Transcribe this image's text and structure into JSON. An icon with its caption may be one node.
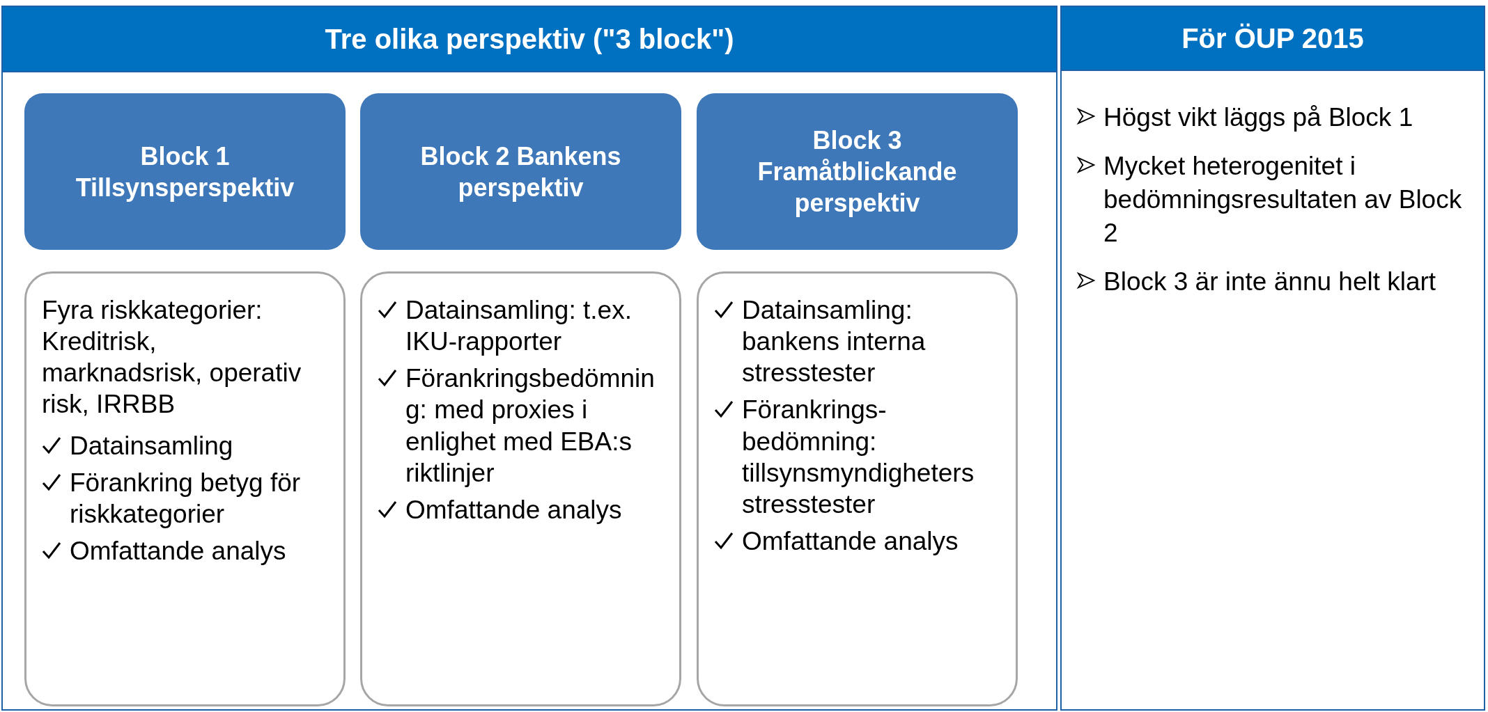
{
  "diagram": {
    "nodes": [
      {
        "text": [
          "Tre olika perspektiv (\"3 block\")"
        ]
      },
      {
        "text": [
          "Block 1 Tillsynsperspektiv"
        ],
        "in": 0
      },
      {
        "text": [
          "Block 2 Bankens perspektiv"
        ],
        "in": 0
      },
      {
        "text": [
          "Block 3 Framåtblickande perspektiv"
        ],
        "in": 0
      },
      {
        "text": [
          "Fyra riskkategorier: Kreditrisk, marknadsrisk, operativ risk, IRRBB",
          "Datainsamling",
          "Förankring betyg för riskkategorier",
          "Omfattande analys"
        ],
        "in": 0
      },
      {
        "text": [
          "Datainsamling: t.ex. IKU-rapporter",
          "Förankringsbedömning: med proxies i enlighet med EBA:s riktlinjer",
          "Omfattande analys"
        ],
        "in": 0
      },
      {
        "text": [
          "Datainsamling: bankens interna stresstester",
          "Förankrings-bedömning: tillsynsmyndigheters stresstester",
          "Omfattande analys"
        ],
        "in": 0
      },
      {
        "text": [
          "För ÖUP 2015",
          "Högst vikt läggs på Block 1",
          "Mycket heterogenitet i bedömningsresultaten av Block 2",
          "Block 3 är inte ännu helt klart"
        ]
      }
    ],
    "edges": []
  }
}
